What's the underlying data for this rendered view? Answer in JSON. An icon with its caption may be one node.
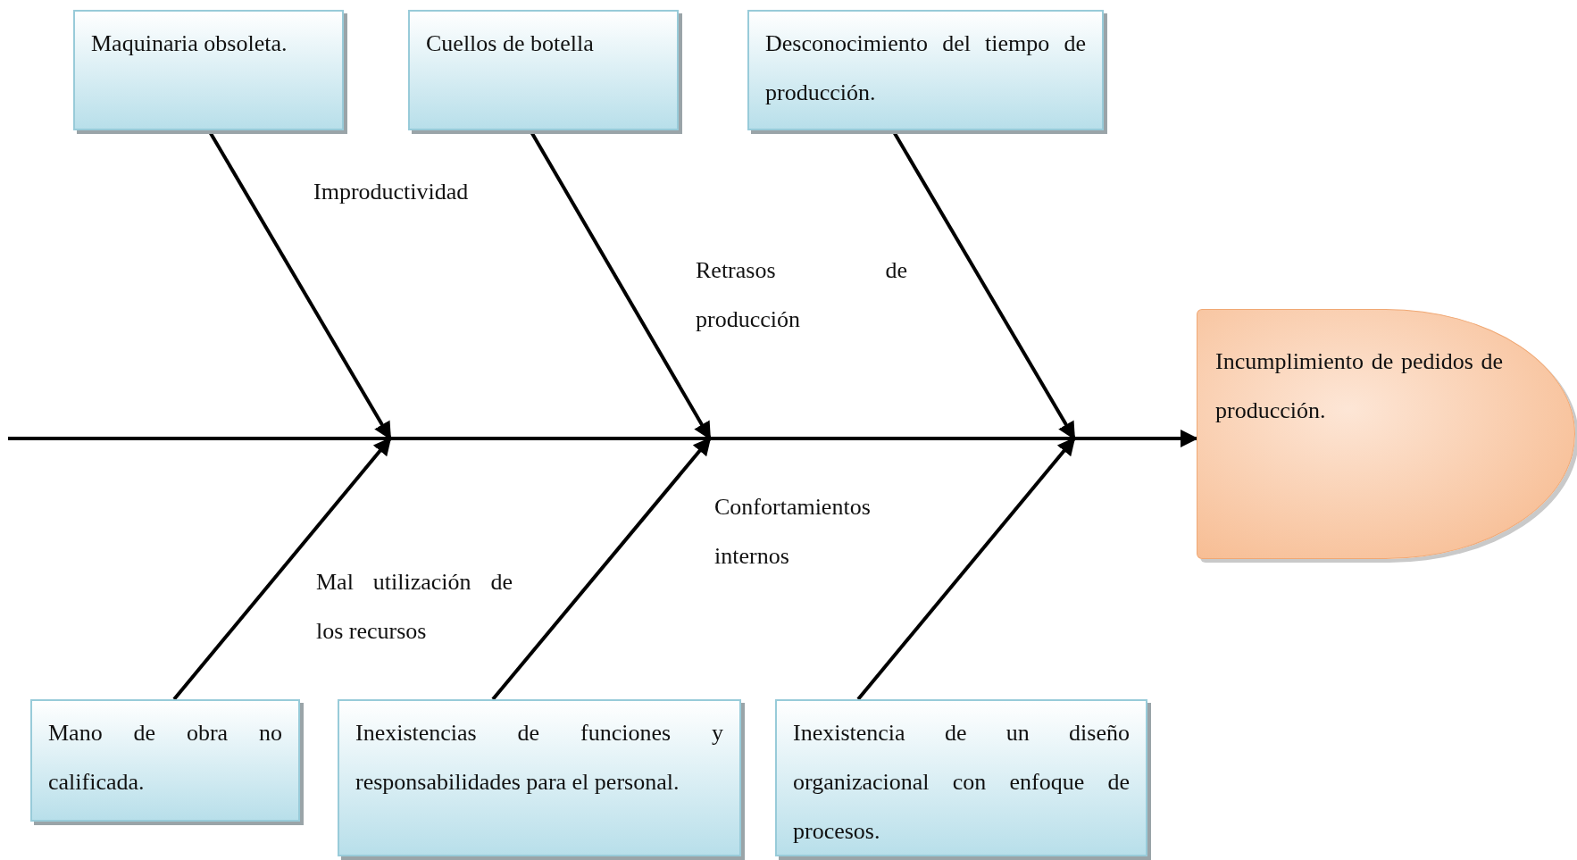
{
  "diagram": {
    "nodes": [
      {
        "text": [
          "Maquinaria obsoleta."
        ]
      },
      {
        "text": [
          "Cuellos de botella"
        ]
      },
      {
        "text": [
          "Desconocimiento del tiempo de producción."
        ]
      },
      {
        "text": [
          "Incumplimiento de pedidos de producción."
        ]
      },
      {
        "text": [
          "Mano de obra no calificada."
        ]
      },
      {
        "text": [
          "Inexistencias de funciones y responsabilidades para el personal."
        ]
      },
      {
        "text": [
          "Inexistencia de un diseño organizacional con enfoque de procesos."
        ]
      }
    ],
    "edges": [
      {
        "from": null,
        "to": 3,
        "arrow": "to"
      },
      {
        "from": 0,
        "to": null,
        "arrow": "to"
      },
      {
        "from": 1,
        "to": null,
        "arrow": "to"
      },
      {
        "from": 2,
        "to": null,
        "arrow": "to"
      },
      {
        "from": 4,
        "to": null,
        "arrow": "to"
      },
      {
        "from": 5,
        "to": null,
        "arrow": "to"
      },
      {
        "from": 6,
        "to": null,
        "arrow": "to"
      }
    ],
    "labels": [
      "Improductividad",
      "Retrasos de producción",
      "Confortamientos internos",
      "Mal utilización de los recursos"
    ]
  }
}
